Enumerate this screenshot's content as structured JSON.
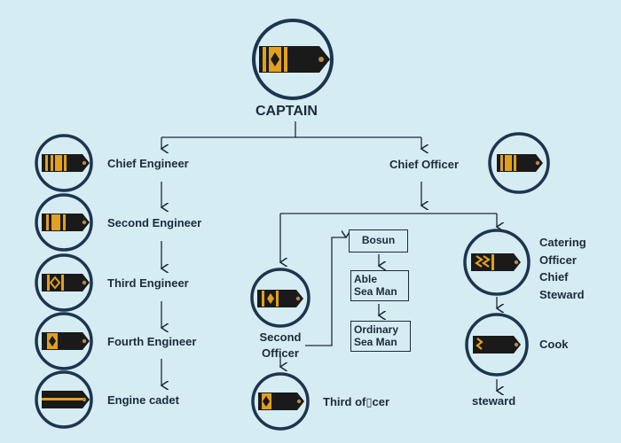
{
  "captain": {
    "label": "CAPTAIN"
  },
  "engine_dept": {
    "chief": "Chief Engineer",
    "second": "Second Engineer",
    "third": "Third Engineer",
    "fourth": "Fourth Engineer",
    "cadet": "Engine cadet"
  },
  "deck_dept": {
    "chief_officer": "Chief Officer",
    "second_officer": "Second\nOfficer",
    "third_officer": "Third of▯cer",
    "bosun": "Bosun",
    "able_seaman": "Able\nSea Man",
    "ordinary_seaman": "Ordinary\nSea Man"
  },
  "catering_dept": {
    "chief": "Catering\nOfficer\nChief\nSteward",
    "cook": "Cook",
    "steward": "steward"
  },
  "colors": {
    "background": "#d6ecf3",
    "line": "#1c2b3a",
    "circle_border": "#1c3550",
    "epaulette": "#1a1a1a",
    "gold": "#e0a020"
  }
}
